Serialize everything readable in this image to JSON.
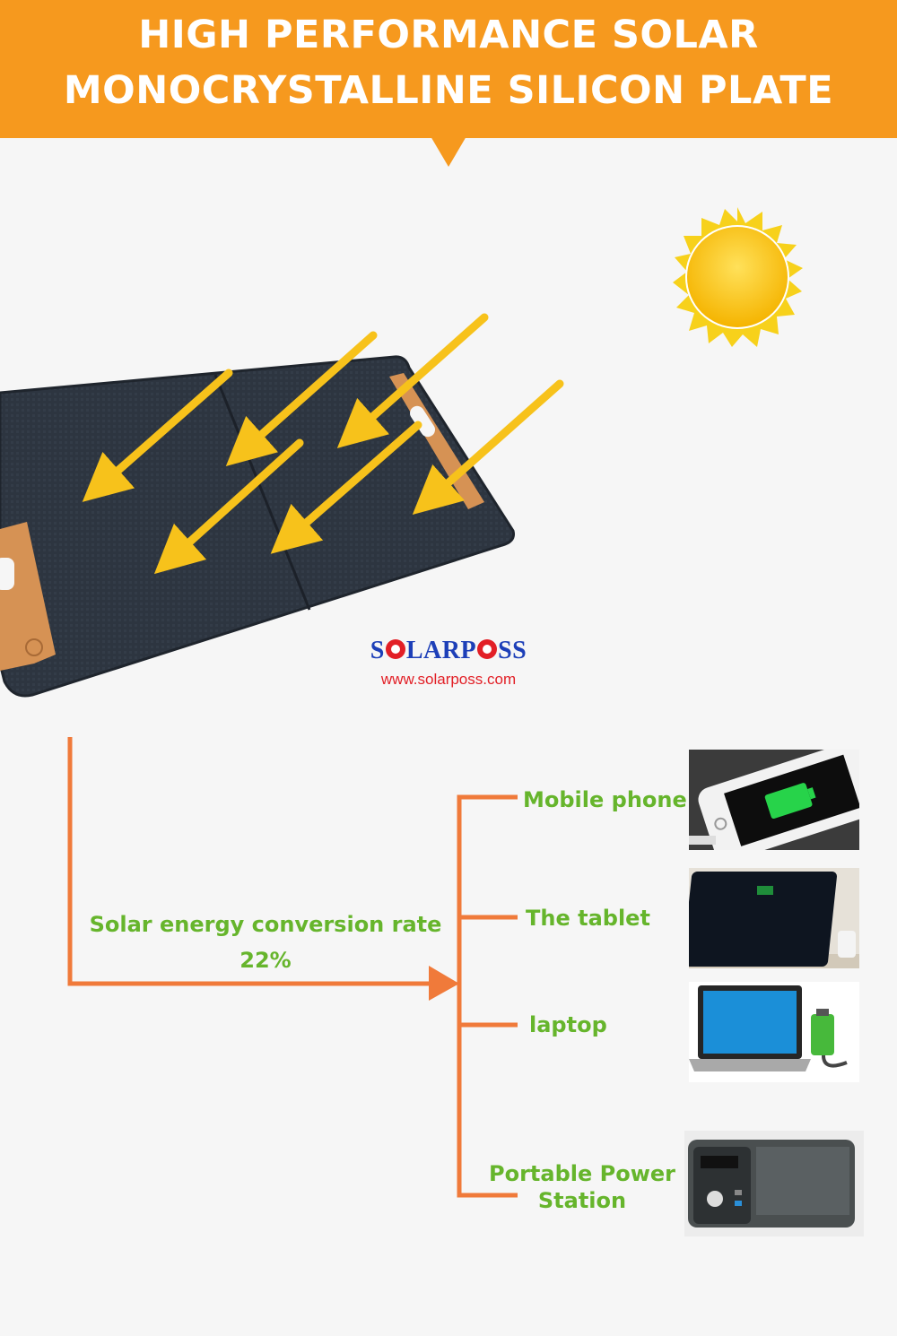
{
  "header": {
    "title_line1": "HIGH PERFORMANCE SOLAR",
    "title_line2": "MONOCRYSTALLINE SILICON PLATE",
    "color": "#f6991e"
  },
  "brand": {
    "name_left": "S",
    "name_mid": "LARP",
    "name_right": "SS",
    "url": "www.solarposs.com",
    "name_color": "#1d3fb8",
    "accent_color": "#e21f26"
  },
  "diagram": {
    "line_color": "#f07a3a",
    "label_color": "#66b52c",
    "arrow_color": "#f7c21b",
    "conversion_label": "Solar energy conversion rate",
    "conversion_value": "22%",
    "outputs": [
      {
        "label": "Mobile phone",
        "icon": "phone-charging-icon"
      },
      {
        "label": "The tablet",
        "icon": "tablet-icon"
      },
      {
        "label": "laptop",
        "icon": "laptop-battery-icon"
      },
      {
        "label": "Portable Power Station",
        "icon": "power-station-icon"
      }
    ]
  }
}
